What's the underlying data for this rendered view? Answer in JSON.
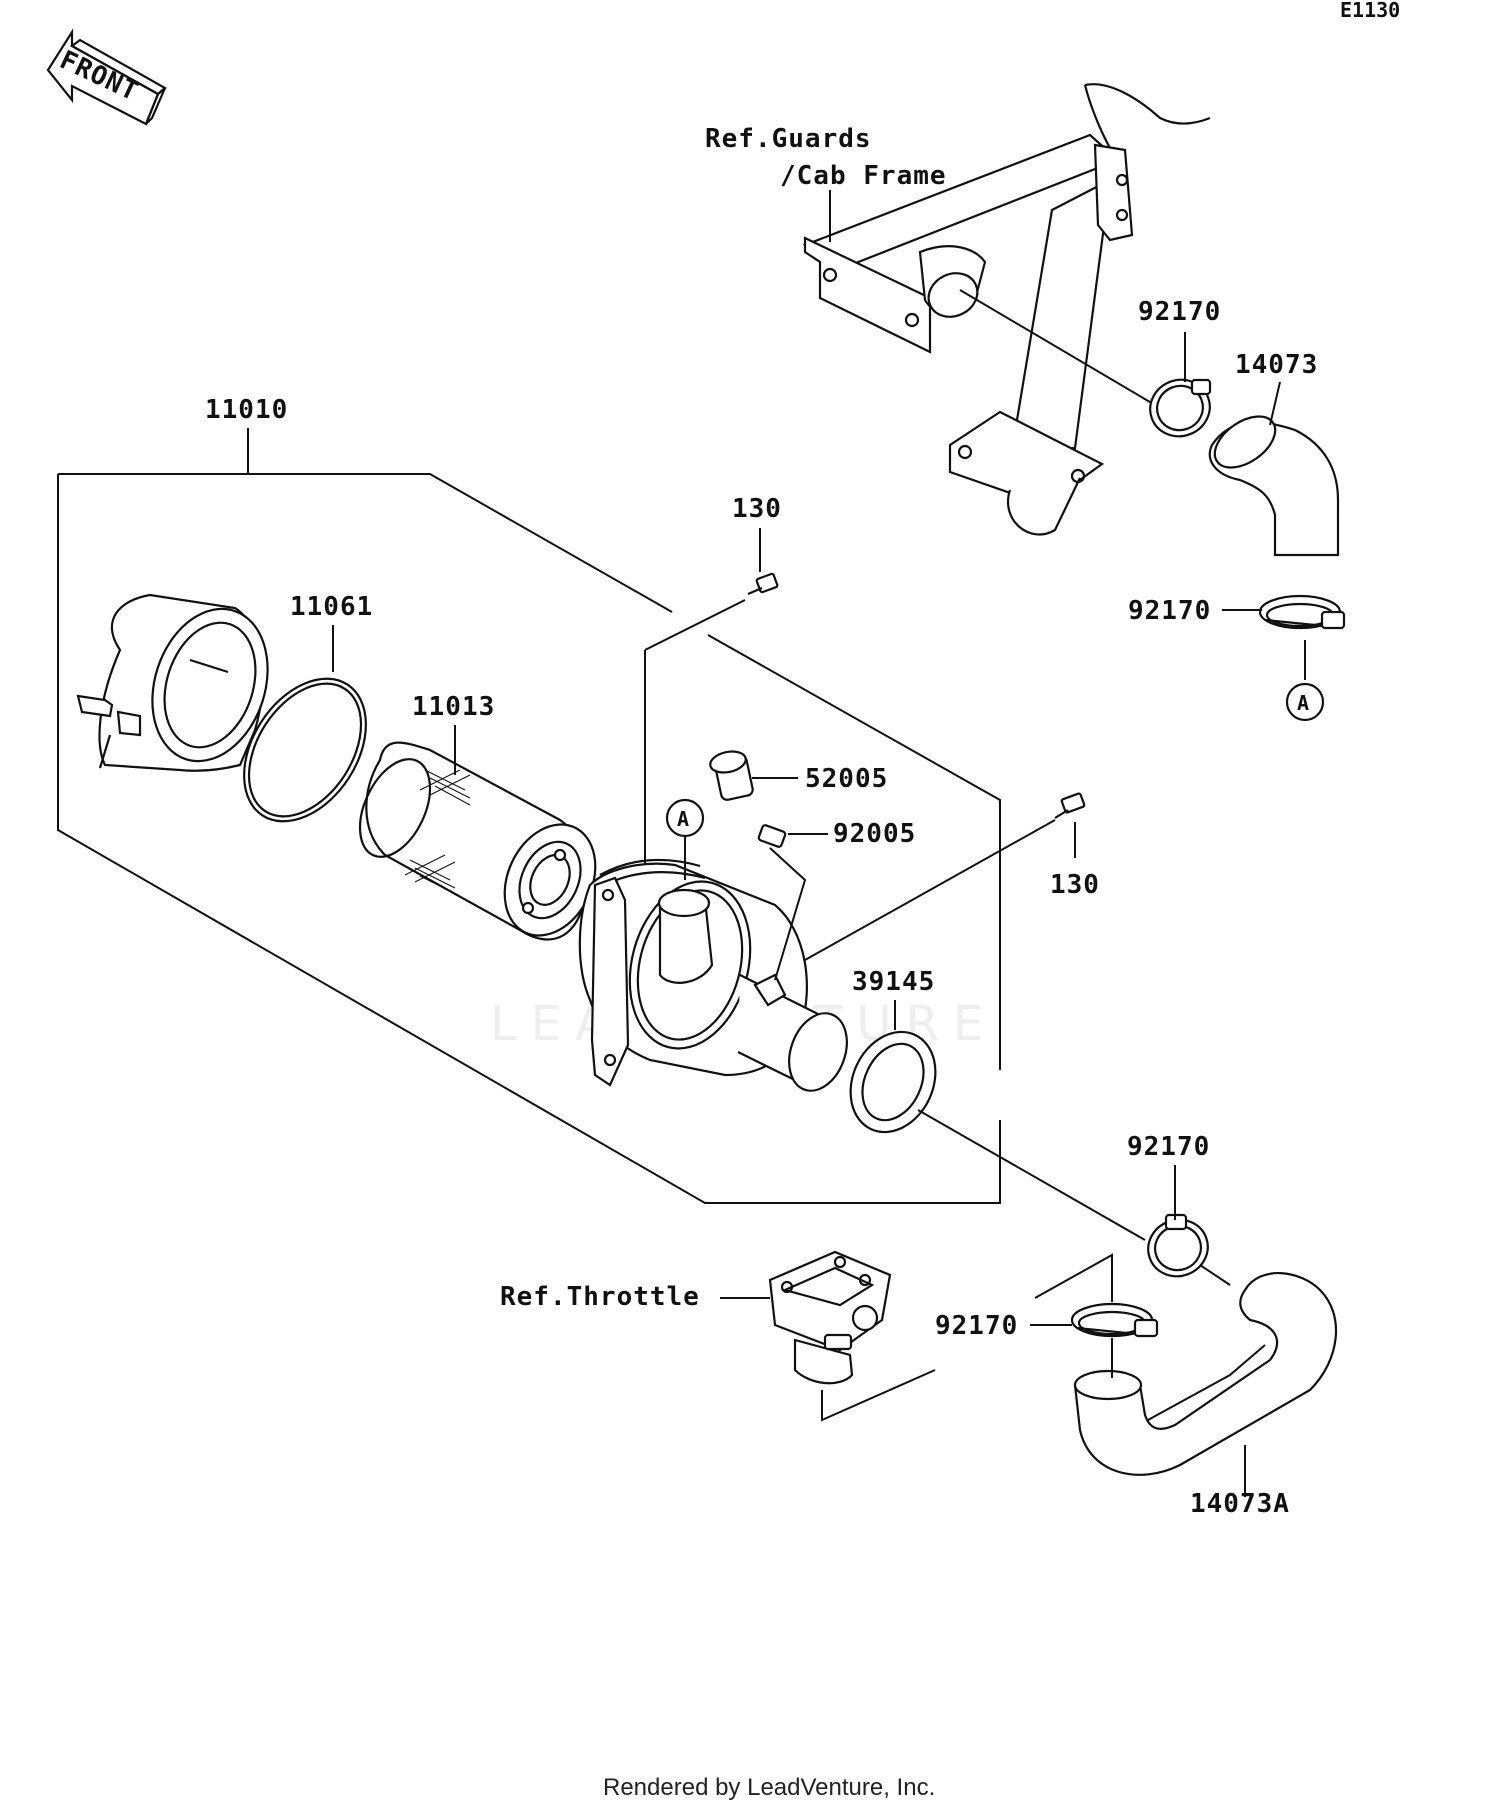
{
  "diagram_code": "E1130",
  "front_label": "FRONT",
  "watermark": "LEADVENTURE",
  "footer": "Rendered by LeadVenture, Inc.",
  "callouts": {
    "ref_guards_line1": "Ref.Guards",
    "ref_guards_line2": "/Cab Frame",
    "p92170_a": "92170",
    "p14073": "14073",
    "p92170_b": "92170",
    "ref_a_top": "A",
    "p11010": "11010",
    "p130_a": "130",
    "p11061": "11061",
    "p11013": "11013",
    "p52005": "52005",
    "ref_a_body": "A",
    "p92005": "92005",
    "p130_b": "130",
    "p39145": "39145",
    "p92170_c": "92170",
    "ref_throttle": "Ref.Throttle",
    "p92170_d": "92170",
    "p14073A": "14073A"
  }
}
